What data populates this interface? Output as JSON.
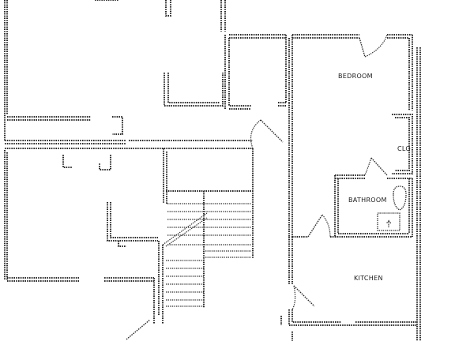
{
  "rooms": {
    "bedroom": "BEDROOM",
    "closet": "CLO",
    "bathroom": "BATHROOM",
    "kitchen": "KITCHEN"
  },
  "colors": {
    "line": "#2b2b2b",
    "background": "#ffffff"
  }
}
